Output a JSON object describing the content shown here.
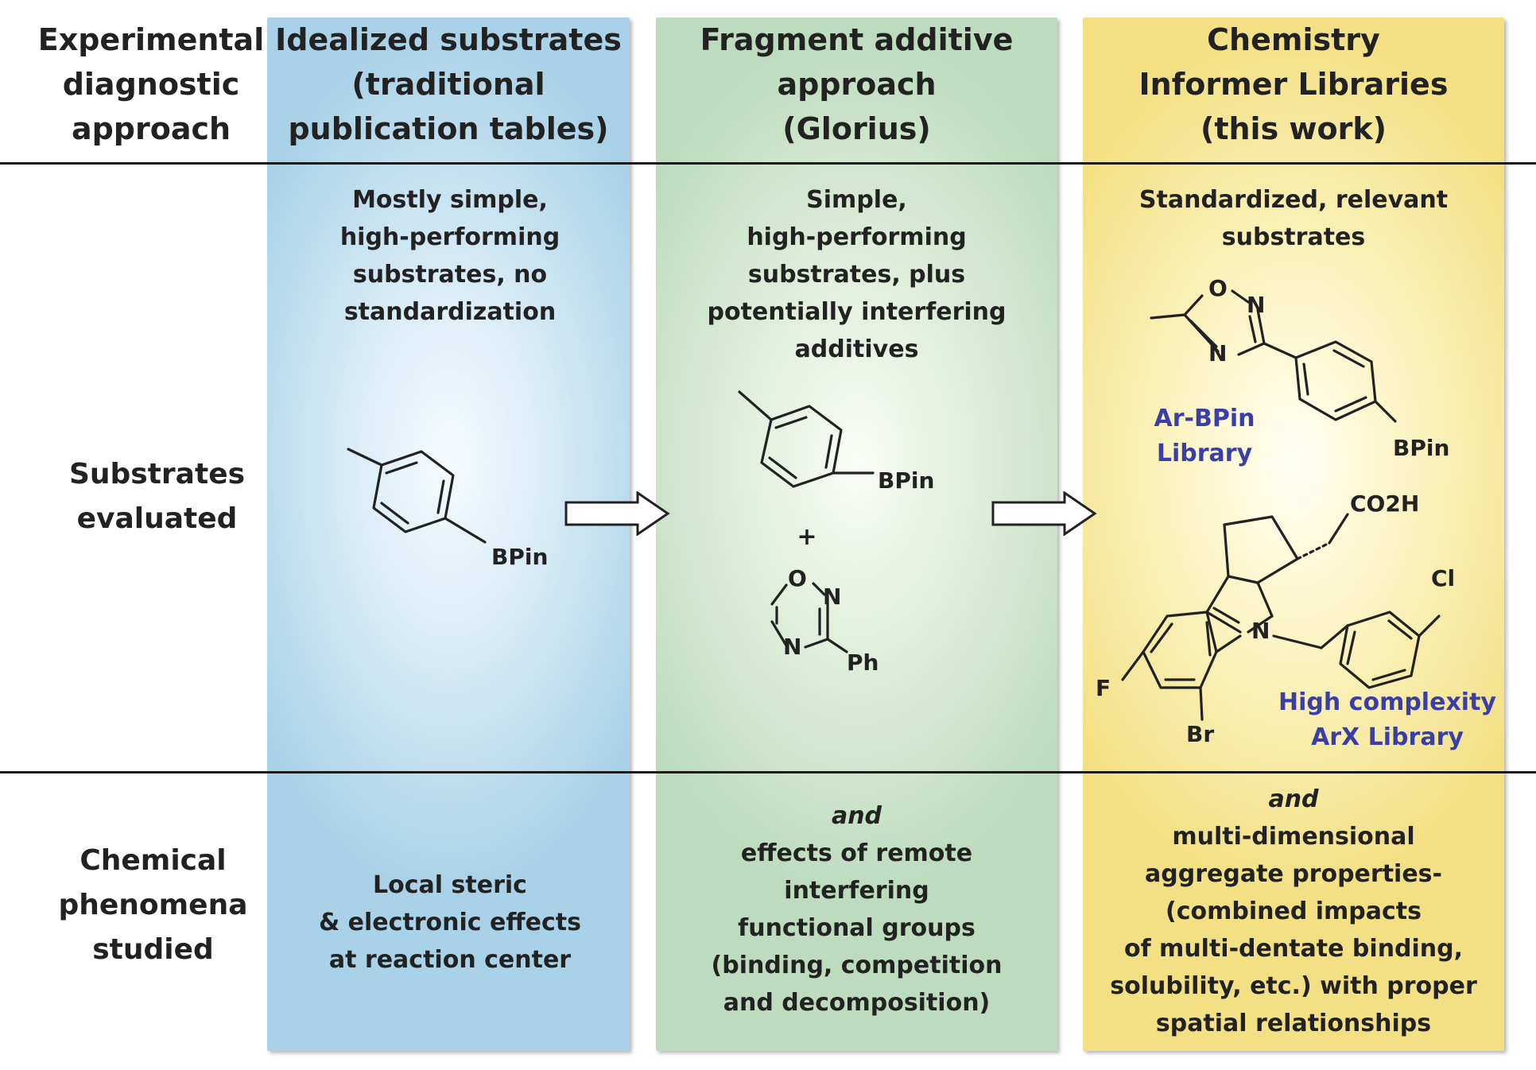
{
  "header": {
    "row_label": "Experimental\ndiagnostic\napproach",
    "col1": "Idealized substrates\n(traditional\npublication tables)",
    "col2": "Fragment additive\napproach\n(Glorius)",
    "col3": "Chemistry\nInformer Libraries\n(this work)"
  },
  "substrates_row": {
    "label": "Substrates\nevaluated",
    "col1_text": "Mostly simple,\nhigh-performing\nsubstrates, no\nstandardization",
    "col2_text": "Simple,\nhigh-performing\nsubstrates, plus\npotentially interfering\nadditives",
    "col3_text": "Standardized, relevant\nsubstrates",
    "bpin_label": "BPin",
    "plus": "+",
    "oxadiazole_O": "O",
    "oxadiazole_N": "N",
    "ph_label": "Ph",
    "arbpin_library": "Ar-BPin\nLibrary",
    "co2h_label": "CO2H",
    "cl_label": "Cl",
    "f_label": "F",
    "br_label": "Br",
    "arx_library": "High complexity\nArX Library"
  },
  "phenomena_row": {
    "label": "Chemical\nphenomena\nstudied",
    "col1_text": "Local steric\n& electronic effects\nat reaction center",
    "col2_and": "and",
    "col2_text": "effects of remote\ninterfering\nfunctional groups\n(binding, competition\nand decomposition)",
    "col3_and": "and",
    "col3_text": "multi-dimensional\naggregate properties-\n(combined impacts\nof multi-dentate binding,\nsolubility, etc.) with proper\nspatial relationships"
  },
  "colors": {
    "column1": "#a9d1e7",
    "column2": "#bcdcbd",
    "column3": "#f3e084",
    "library_label": "#3a3fa8"
  }
}
